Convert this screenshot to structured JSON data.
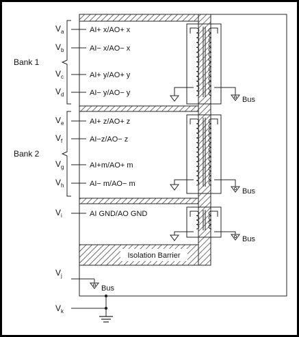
{
  "banks": [
    {
      "label": "Bank 1"
    },
    {
      "label": "Bank 2"
    }
  ],
  "channels": [
    {
      "v": "V",
      "sub": "a",
      "signal": "AI+ x/AO+ x"
    },
    {
      "v": "V",
      "sub": "b",
      "signal": "AI− x/AO− x"
    },
    {
      "v": "V",
      "sub": "c",
      "signal": "AI+ y/AO+ y"
    },
    {
      "v": "V",
      "sub": "d",
      "signal": "AI− y/AO− y"
    },
    {
      "v": "V",
      "sub": "e",
      "signal": "AI+ z/AO+ z"
    },
    {
      "v": "V",
      "sub": "f",
      "signal": "AI−z/AO− z"
    },
    {
      "v": "V",
      "sub": "g",
      "signal": "AI+m/AO+ m"
    },
    {
      "v": "V",
      "sub": "h",
      "signal": "AI− m/AO− m"
    },
    {
      "v": "V",
      "sub": "i",
      "signal": "AI GND/AO GND"
    },
    {
      "v": "V",
      "sub": "j",
      "signal": ""
    },
    {
      "v": "V",
      "sub": "k",
      "signal": ""
    }
  ],
  "bus_label": "Bus",
  "isolation_label": "Isolation Barrier"
}
